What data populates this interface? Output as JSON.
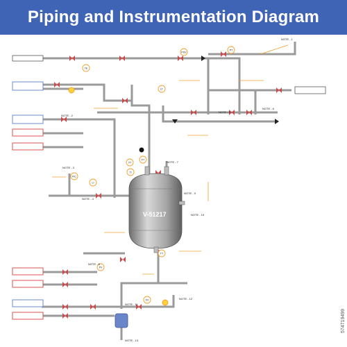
{
  "header": {
    "title": "Piping and Instrumentation Diagram"
  },
  "vessel": {
    "id": "V-51217"
  },
  "line_labels": [
    "NOTE - 1",
    "NOTE - 2",
    "NOTE - 3",
    "NOTE - 4",
    "NOTE - 5",
    "NOTE - 6",
    "NOTE - 7",
    "NOTE - 8",
    "NOTE - 9",
    "NOTE - 10",
    "NOTE - 11",
    "NOTE - 12",
    "NOTE - 13"
  ],
  "instrument_tags": [
    "PSV",
    "PT",
    "TE",
    "LT",
    "PI",
    "TI",
    "FT",
    "FIC",
    "LI",
    "PV",
    "TT",
    "FV"
  ],
  "stock_id": "574719499",
  "colors": {
    "title_bg": "#3f63b5",
    "pipe": "#9a9a9a",
    "vessel": "#8e8e8e",
    "orange": "#f0a030",
    "red_box": "#d94040",
    "blue_box": "#5b7fd0"
  }
}
